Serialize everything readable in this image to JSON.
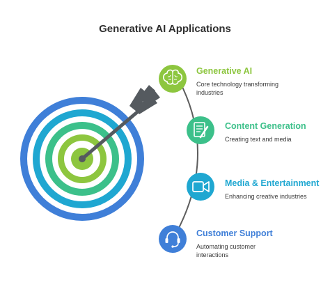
{
  "title": "Generative AI Applications",
  "items": [
    {
      "title": "Generative AI",
      "desc": "Core technology transforming industries",
      "color": "#8dc63f",
      "icon": "brain-icon"
    },
    {
      "title": "Content Generation",
      "desc": "Creating text and media",
      "color": "#3cc08a",
      "icon": "document-pen-icon"
    },
    {
      "title": "Media & Entertainment",
      "desc": "Enhancing creative industries",
      "color": "#1fa7d1",
      "icon": "video-camera-icon"
    },
    {
      "title": "Customer Support",
      "desc": "Automating customer interactions",
      "color": "#3f7fd8",
      "icon": "headset-icon"
    }
  ],
  "target": {
    "icon": "target-with-arrow-icon",
    "ring_colors": [
      "#3f7fd8",
      "#1fa7d1",
      "#3cc08a",
      "#8dc63f"
    ],
    "arrow_color": "#555a5f"
  }
}
